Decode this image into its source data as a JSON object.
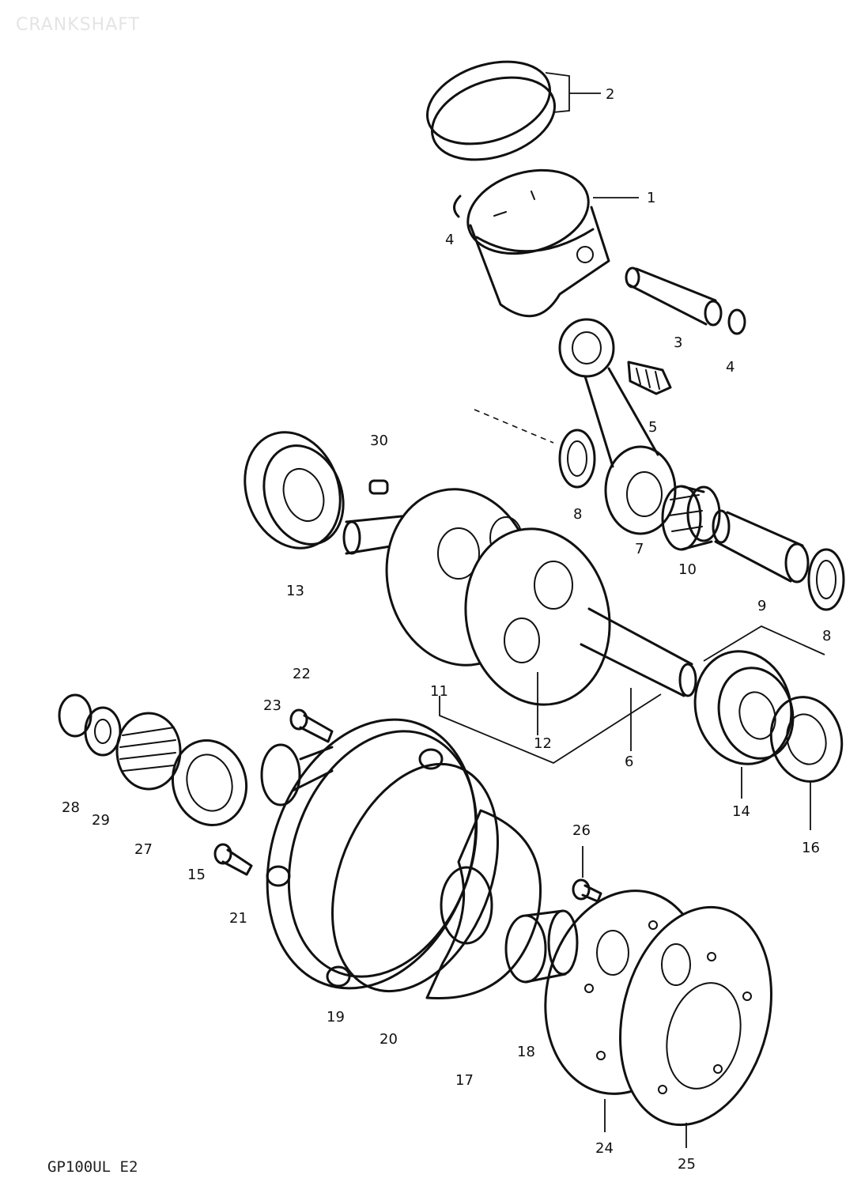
{
  "header": {
    "title": "CRANKSHAFT"
  },
  "footer": {
    "model_code": "GP100UL E2"
  },
  "callouts": {
    "p1": "1",
    "p2": "2",
    "p3": "3",
    "p4a": "4",
    "p4b": "4",
    "p5": "5",
    "p6": "6",
    "p7": "7",
    "p8a": "8",
    "p8b": "8",
    "p9": "9",
    "p10": "10",
    "p11": "11",
    "p12": "12",
    "p13": "13",
    "p14": "14",
    "p15": "15",
    "p16": "16",
    "p17": "17",
    "p18": "18",
    "p19": "19",
    "p20": "20",
    "p21": "21",
    "p22": "22",
    "p23": "23",
    "p24": "24",
    "p25": "25",
    "p26": "26",
    "p27": "27",
    "p28": "28",
    "p29": "29",
    "p30": "30"
  }
}
